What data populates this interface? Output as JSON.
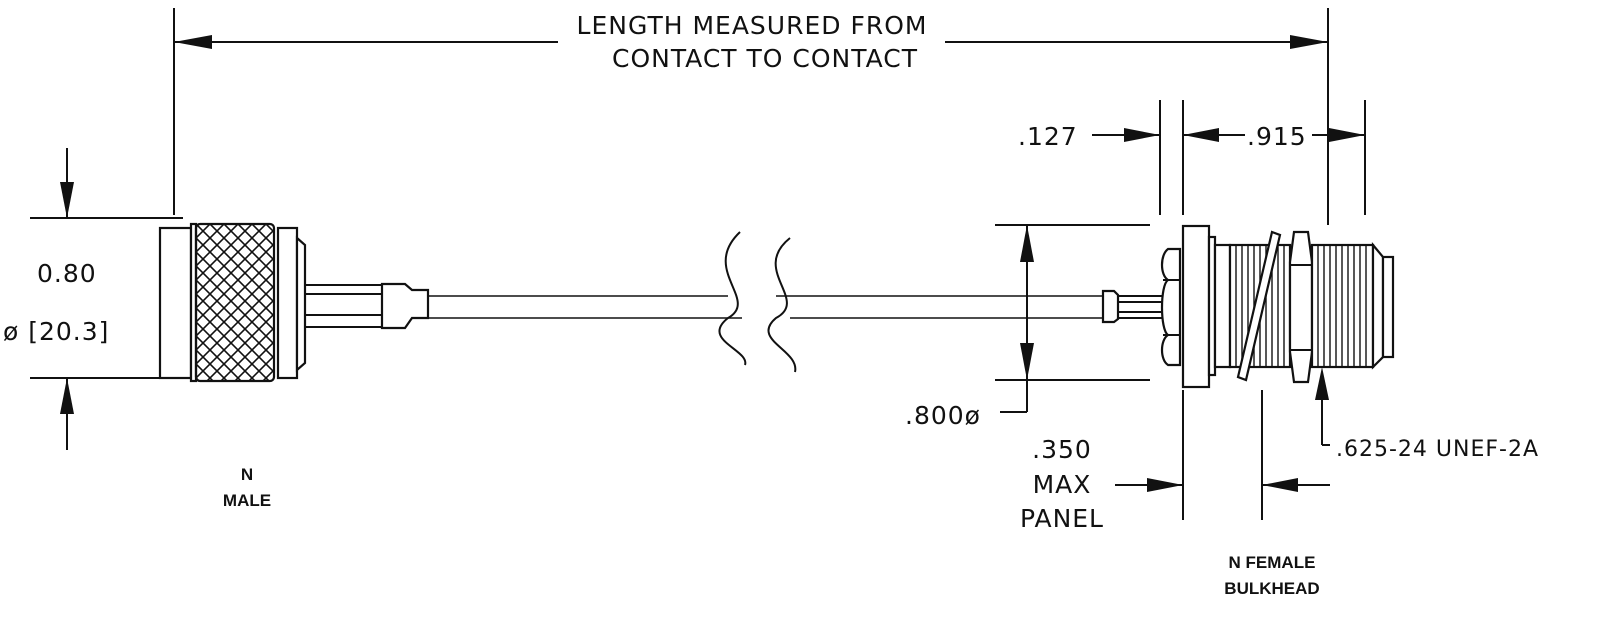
{
  "title": {
    "line1": "LENGTH MEASURED FROM",
    "line2": "CONTACT TO CONTACT"
  },
  "left_connector": {
    "diameter": "0.80",
    "diameter_metric": "ø [20.3]",
    "label_line1": "N",
    "label_line2": "MALE"
  },
  "right_connector": {
    "dim_127": ".127",
    "dim_915": ".915",
    "dim_800": ".800ø",
    "panel_line1": ".350",
    "panel_line2": "MAX",
    "panel_line3": "PANEL",
    "thread": ".625-24 UNEF-2A",
    "label_line1": "N FEMALE",
    "label_line2": "BULKHEAD"
  }
}
